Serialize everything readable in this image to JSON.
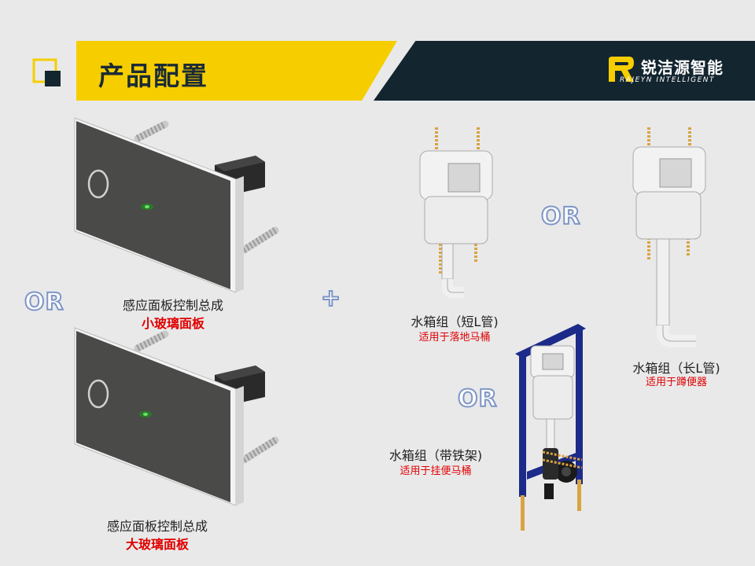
{
  "header": {
    "title": "产品配置",
    "brand_cn": "锐洁源智能",
    "brand_en": "RAJEYN INTELLIGENT"
  },
  "panels": [
    {
      "caption": "感应面板控制总成",
      "variant": "小玻璃面板"
    },
    {
      "caption": "感应面板控制总成",
      "variant": "大玻璃面板"
    }
  ],
  "tanks": [
    {
      "name": "水箱组（短L管)",
      "usage": "适用于落地马桶"
    },
    {
      "name": "水箱组（长L管)",
      "usage": "适用于蹲便器"
    },
    {
      "name": "水箱组（带铁架)",
      "usage": "适用于挂便马桶"
    }
  ],
  "connectors": {
    "or": "OR",
    "plus": "+"
  },
  "colors": {
    "header_yellow": "#f6ce00",
    "header_dark": "#13252f",
    "emphasis_red": "#e00000",
    "or_outline": "#7d95c6"
  }
}
